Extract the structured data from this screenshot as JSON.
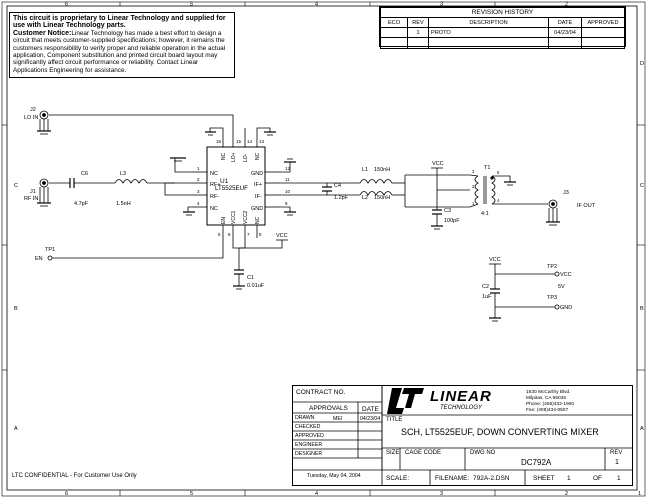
{
  "notice": {
    "line1": "This circuit is proprietary to Linear Technology and supplied for use with Linear Technology parts.",
    "heading": "Customer Notice:",
    "body": "Linear Technology has made a best effort to design a circuit that meets customer-supplied specifications; however, it remains the customers responsibility to verify proper and reliable operation in the actual application, Component substitution and printed circuit board layout may significantly affect circuit performance or reliability. Contact Linear Applications Engineering for assistance."
  },
  "revision": {
    "title": "REVISION HISTORY",
    "headers": [
      "ECO",
      "REV",
      "DESCRIPTION",
      "DATE",
      "APPROVED"
    ],
    "rows": [
      [
        "",
        "1",
        "PROTO",
        "04/23/04",
        ""
      ]
    ]
  },
  "border": {
    "cols": [
      "6",
      "5",
      "4",
      "3",
      "2",
      "1"
    ],
    "rows": [
      "D",
      "C",
      "B",
      "A"
    ]
  },
  "schematic": {
    "ic_ref": "U1",
    "ic_part": "LT5525EUF",
    "pins_left": [
      "NC",
      "RF+",
      "RF-",
      "NC"
    ],
    "pins_left_num": [
      "1",
      "2",
      "3",
      "4"
    ],
    "pins_right": [
      "GND",
      "IF+",
      "IF-",
      "GND"
    ],
    "pins_right_num": [
      "12",
      "11",
      "10",
      "9"
    ],
    "pins_top": [
      "NC",
      "LO+",
      "LO-",
      "NC"
    ],
    "pins_top_num": [
      "16",
      "15",
      "14",
      "13"
    ],
    "pins_bottom": [
      "EN",
      "VCC1",
      "VCC2",
      "NC"
    ],
    "pins_bottom_num": [
      "5",
      "6",
      "7",
      "8"
    ],
    "j2": "J2",
    "j2_label": "LO IN",
    "j1": "J1",
    "j1_label": "RF IN",
    "c6": "C6",
    "c6_val": "4.7pF",
    "l3": "L3",
    "l3_val": "1.5nH",
    "c4": "C4",
    "c4_val": "1.2pF",
    "l1": "L1",
    "l1_val": "150nH",
    "l2": "L2",
    "l2_val": "150nH",
    "c3": "C3",
    "c3_val": "100pF",
    "vcc": "VCC",
    "t1": "T1",
    "t1_ratio": "4:1",
    "t1_pins": [
      "6",
      "4",
      "3",
      "2",
      "1"
    ],
    "j3": "J3",
    "j3_label": "IF OUT",
    "tp1": "TP1",
    "en": "EN",
    "c1": "C1",
    "c1_val": "0.01uF",
    "c2": "C2",
    "c2_val": "1uF",
    "tp2": "TP2",
    "tp2_label": "VCC",
    "tp2_val": "5V",
    "tp3": "TP3",
    "tp3_label": "GND"
  },
  "titleblock": {
    "contract": "CONTRACT NO.",
    "approvals": "APPROVALS",
    "date": "DATE",
    "drawn": "DRAWN",
    "drawn_by": "MEI",
    "drawn_date": "04/23/04",
    "checked": "CHECKED",
    "approved": "APPROVED",
    "engineer": "ENGINEER",
    "designer": "DESIGNER",
    "print_date": "Tuesday, May 04, 2004",
    "logo": "LINEAR",
    "logo_sub": "TECHNOLOGY",
    "address1": "1630 McCarthy Blvd.",
    "address2": "Milpitas, CA  95035",
    "phone": "Phone: (408)432-1900",
    "fax": "Fax: (408)434-0507",
    "title_label": "TITLE",
    "title": "SCH, LT5525EUF, DOWN CONVERTING MIXER",
    "size": "SIZE",
    "cage": "CAGE CODE",
    "dwg": "DWG NO",
    "dwg_no": "DC792A",
    "rev_label": "REV",
    "rev": "1",
    "scale": "SCALE:",
    "filename_label": "FILENAME:",
    "filename": "792A-2.DSN",
    "sheet_label": "SHEET",
    "sheet": "1",
    "of_label": "OF",
    "of": "1"
  },
  "confidential": "LTC CONFIDENTIAL - For Customer Use Only"
}
